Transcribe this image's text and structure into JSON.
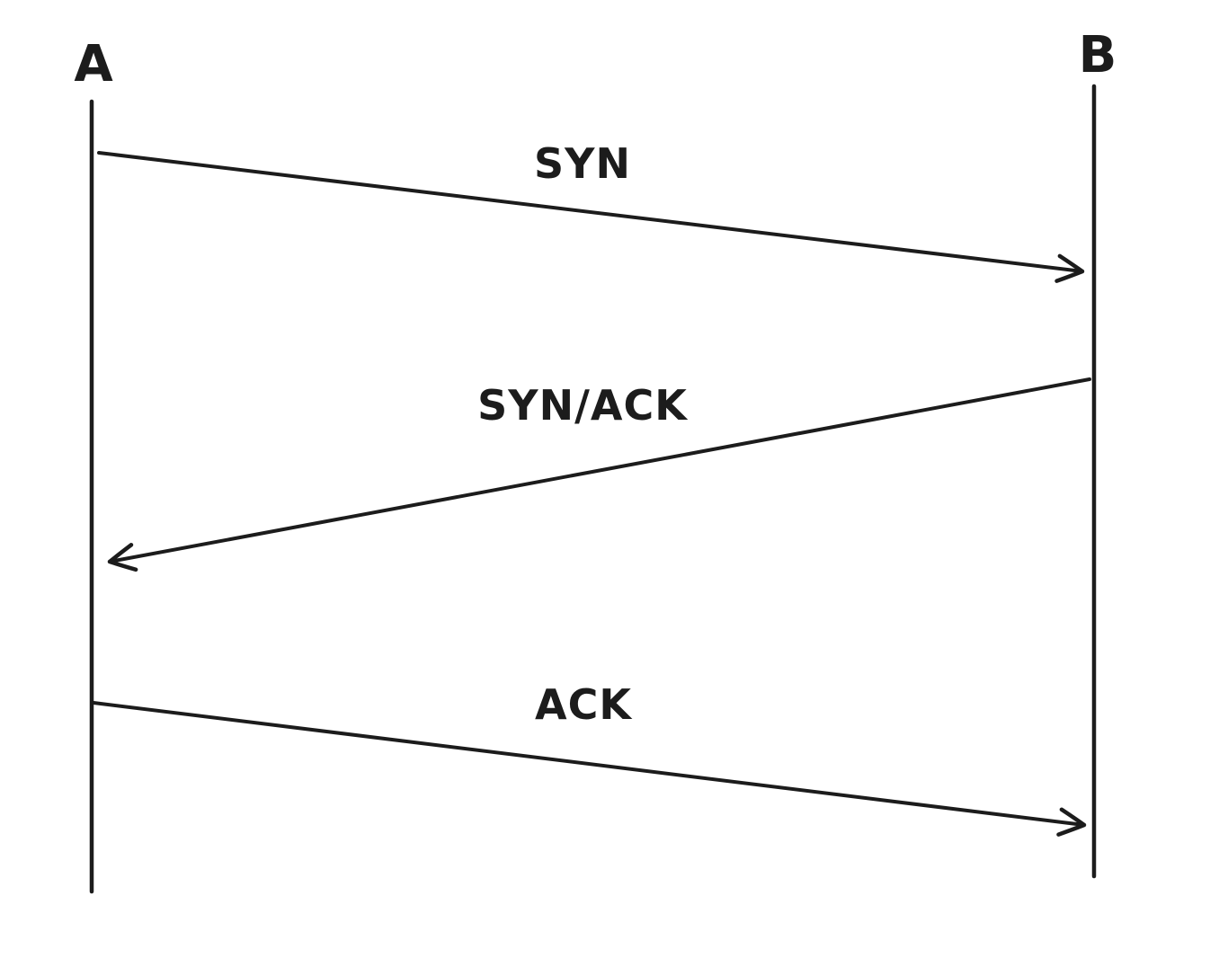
{
  "diagram": {
    "type": "sequence",
    "colors": {
      "line": "#1c1c1c",
      "background": "#ffffff"
    },
    "actors": [
      {
        "id": "A",
        "label": "A"
      },
      {
        "id": "B",
        "label": "B"
      }
    ],
    "messages": [
      {
        "label": "SYN",
        "from": "A",
        "to": "B"
      },
      {
        "label": "SYN/ACK",
        "from": "B",
        "to": "A"
      },
      {
        "label": "ACK",
        "from": "A",
        "to": "B"
      }
    ]
  }
}
